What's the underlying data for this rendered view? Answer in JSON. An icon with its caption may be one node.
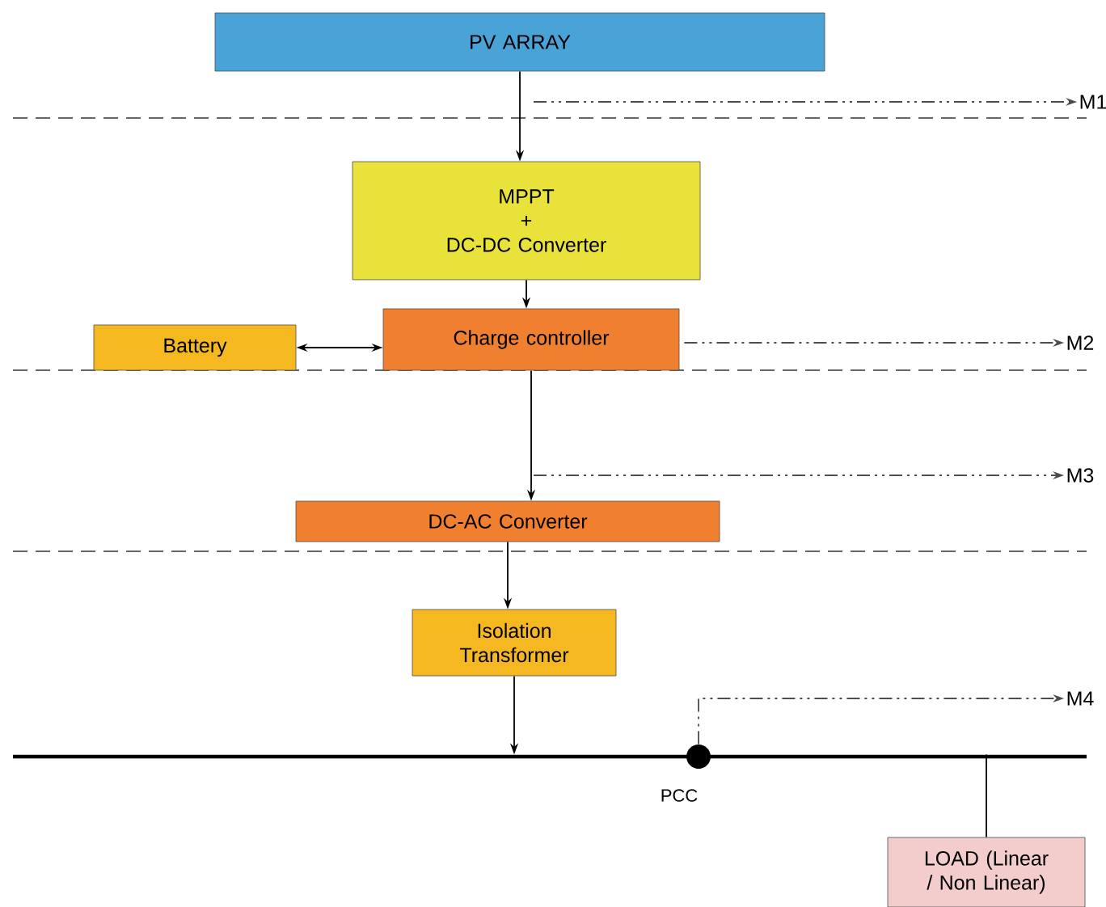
{
  "diagram": {
    "nodes": [
      {
        "text": [
          "PV ARRAY"
        ]
      },
      {
        "text": [
          "MPPT",
          "+",
          "DC-DC  Converter"
        ]
      },
      {
        "text": [
          "Battery"
        ]
      },
      {
        "text": [
          "Charge controller"
        ]
      },
      {
        "text": [
          "DC-AC Converter"
        ]
      },
      {
        "text": [
          "Isolation Transformer"
        ]
      },
      {
        "text": [],
        "shape": "bar"
      },
      {
        "text": [],
        "shape": "circle",
        "beside": [
          "PCC"
        ]
      },
      {
        "text": [
          "LOAD (Linear / Non Linear)"
        ]
      },
      {
        "text": [
          "M1"
        ]
      },
      {
        "text": [
          "M2"
        ]
      },
      {
        "text": [
          "M3"
        ]
      },
      {
        "text": [
          "M4"
        ]
      }
    ],
    "edges": [
      {
        "from": 0,
        "to": 1,
        "arrow": "to"
      },
      {
        "from": 1,
        "to": 3,
        "arrow": "to"
      },
      {
        "from": 2,
        "to": 3,
        "arrow": "both"
      },
      {
        "from": 3,
        "to": 4,
        "arrow": "to"
      },
      {
        "from": 4,
        "to": 5,
        "arrow": "to"
      },
      {
        "from": 5,
        "to": 6,
        "arrow": "to"
      },
      {
        "from": 6,
        "to": 8,
        "arrow": "none"
      },
      {
        "from": null,
        "to": 9,
        "arrow": "to",
        "style": "dashed"
      },
      {
        "from": 3,
        "to": 10,
        "arrow": "to",
        "style": "dashed"
      },
      {
        "from": null,
        "to": 11,
        "arrow": "to",
        "style": "dashed"
      },
      {
        "from": 7,
        "to": 12,
        "arrow": "to",
        "style": "dashed"
      }
    ]
  }
}
